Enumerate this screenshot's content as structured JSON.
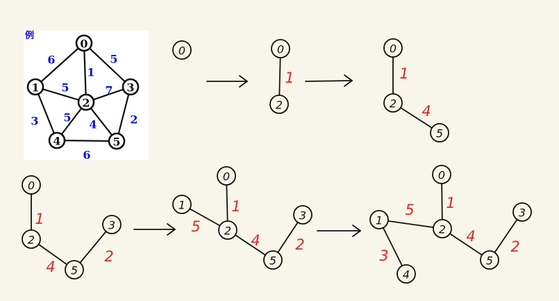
{
  "graph_panel": {
    "caption": "例",
    "nodes": [
      {
        "id": "n0",
        "label": "0"
      },
      {
        "id": "n1",
        "label": "1"
      },
      {
        "id": "n2",
        "label": "2"
      },
      {
        "id": "n3",
        "label": "3"
      },
      {
        "id": "n4",
        "label": "4"
      },
      {
        "id": "n5",
        "label": "5"
      }
    ],
    "edges": [
      {
        "from": "n0",
        "to": "n1",
        "weight": "6"
      },
      {
        "from": "n0",
        "to": "n2",
        "weight": "1"
      },
      {
        "from": "n0",
        "to": "n3",
        "weight": "5"
      },
      {
        "from": "n1",
        "to": "n2",
        "weight": "5"
      },
      {
        "from": "n2",
        "to": "n3",
        "weight": "7"
      },
      {
        "from": "n1",
        "to": "n4",
        "weight": "3"
      },
      {
        "from": "n2",
        "to": "n4",
        "weight": "5"
      },
      {
        "from": "n2",
        "to": "n5",
        "weight": "4"
      },
      {
        "from": "n3",
        "to": "n5",
        "weight": "2"
      },
      {
        "from": "n4",
        "to": "n5",
        "weight": "6"
      }
    ]
  },
  "steps": [
    {
      "nodes": [
        "0"
      ],
      "edges": []
    },
    {
      "nodes": [
        "0",
        "2"
      ],
      "edges": [
        {
          "a": "0",
          "b": "2",
          "w": "1"
        }
      ]
    },
    {
      "nodes": [
        "0",
        "2",
        "5"
      ],
      "edges": [
        {
          "a": "0",
          "b": "2",
          "w": "1"
        },
        {
          "a": "2",
          "b": "5",
          "w": "4"
        }
      ]
    },
    {
      "nodes": [
        "0",
        "2",
        "5",
        "3"
      ],
      "edges": [
        {
          "a": "0",
          "b": "2",
          "w": "1"
        },
        {
          "a": "2",
          "b": "5",
          "w": "4"
        },
        {
          "a": "5",
          "b": "3",
          "w": "2"
        }
      ]
    },
    {
      "nodes": [
        "0",
        "2",
        "5",
        "3",
        "1"
      ],
      "edges": [
        {
          "a": "0",
          "b": "2",
          "w": "1"
        },
        {
          "a": "2",
          "b": "5",
          "w": "4"
        },
        {
          "a": "5",
          "b": "3",
          "w": "2"
        },
        {
          "a": "1",
          "b": "2",
          "w": "5"
        }
      ]
    },
    {
      "nodes": [
        "0",
        "2",
        "5",
        "3",
        "1",
        "4"
      ],
      "edges": [
        {
          "a": "0",
          "b": "2",
          "w": "1"
        },
        {
          "a": "2",
          "b": "5",
          "w": "4"
        },
        {
          "a": "5",
          "b": "3",
          "w": "2"
        },
        {
          "a": "1",
          "b": "2",
          "w": "5"
        },
        {
          "a": "1",
          "b": "4",
          "w": "3"
        }
      ]
    }
  ],
  "colors": {
    "background": "#f8f5ea",
    "panel": "#ffffff",
    "ink": "#111111",
    "weight_blue": "#1010d0",
    "weight_red": "#d42a2a"
  }
}
